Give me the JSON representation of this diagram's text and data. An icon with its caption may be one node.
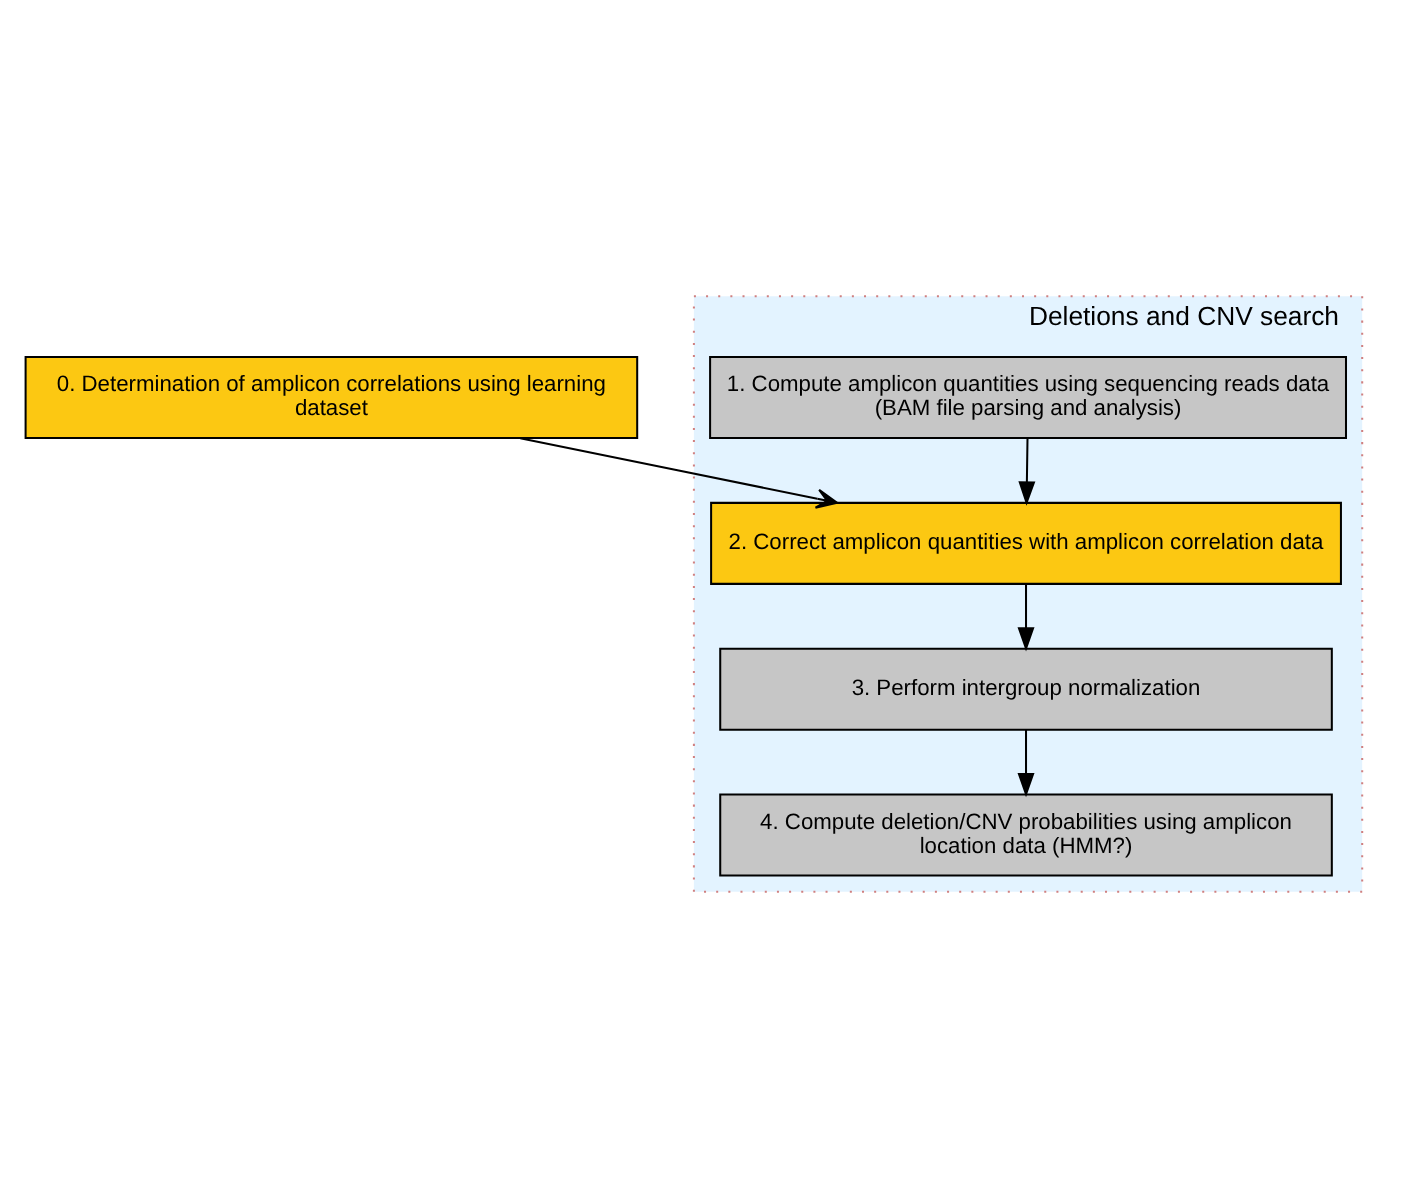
{
  "diagram": {
    "nodes": [
      {
        "text": [
          "0. Determination of amplicon correlations using learning dataset"
        ]
      },
      {
        "text": [
          "Deletions and CNV search"
        ]
      },
      {
        "text": [
          "1. Compute amplicon quantities using sequencing reads data (BAM file parsing and analysis)"
        ],
        "in": 1
      },
      {
        "text": [
          "2. Correct amplicon quantities with amplicon correlation data"
        ],
        "in": 1
      },
      {
        "text": [
          "3. Perform intergroup normalization"
        ],
        "in": 1
      },
      {
        "text": [
          "4. Compute deletion/CNV probabilities using amplicon location data (HMM?)"
        ],
        "in": 1
      }
    ],
    "edges": [
      {
        "from": 0,
        "to": 3,
        "arrow": "to"
      },
      {
        "from": 2,
        "to": 3,
        "arrow": "to"
      },
      {
        "from": 3,
        "to": 4,
        "arrow": "to"
      },
      {
        "from": 4,
        "to": 5,
        "arrow": "to"
      }
    ]
  }
}
